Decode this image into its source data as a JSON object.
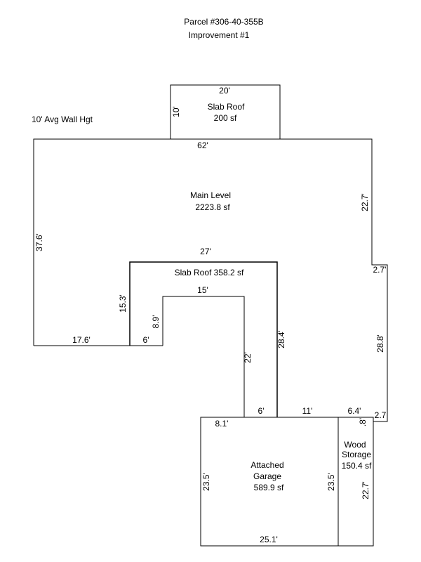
{
  "header": {
    "parcel": "Parcel #306-40-355B",
    "improvement": "Improvement #1"
  },
  "note": "10' Avg Wall Hgt",
  "areas": {
    "slab_roof_top": {
      "name": "Slab Roof",
      "area": "200 sf"
    },
    "main_level": {
      "name": "Main Level",
      "area": "2223.8 sf"
    },
    "slab_roof_inner": {
      "label": "Slab Roof 358.2 sf"
    },
    "garage": {
      "name_line1": "Attached",
      "name_line2": "Garage",
      "area": "589.9 sf"
    },
    "wood_storage": {
      "name_line1": "Wood",
      "name_line2": "Storage",
      "area": "150.4 sf"
    }
  },
  "dimensions": {
    "slab_top_width": "20'",
    "slab_top_height": "10'",
    "main_top": "62'",
    "main_left": "37.6'",
    "main_right_upper": "22.7'",
    "jog_right": "2.7'",
    "main_right_lower": "28.8'",
    "notch_right": "2.7",
    "main_bottom_left": "17.6'",
    "inner_top": "27'",
    "inner_left": "15.3'",
    "inner_step_height": "8.9'",
    "inner_step_bottom": "6'",
    "inner_core_top": "15'",
    "inner_core_right": "22'",
    "inner_right": "28.4'",
    "bottom_gap": "6'",
    "bottom_mid": "11'",
    "bottom_right": "6.4'",
    "storage_notch": ".8'",
    "garage_top": "8.1'",
    "garage_left": "23.5'",
    "garage_right": "23.5'",
    "garage_bottom": "25.1'",
    "storage_right": "22.7'"
  }
}
